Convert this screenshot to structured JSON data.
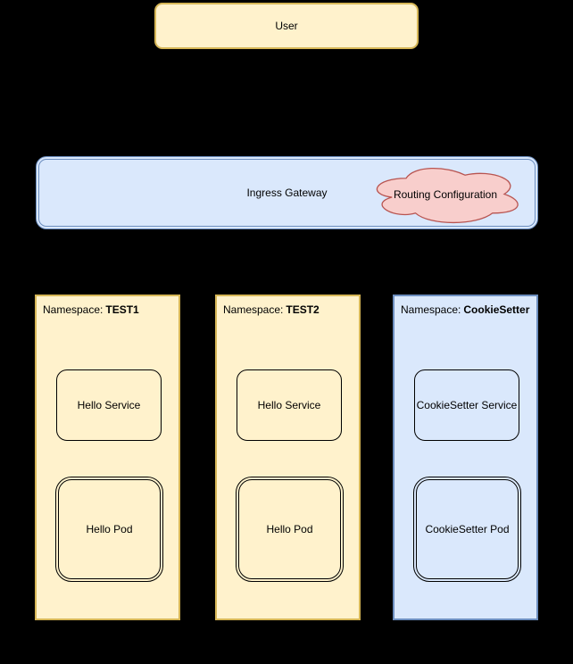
{
  "colors": {
    "background": "#000000",
    "yellow_fill": "#FFF2CC",
    "yellow_border": "#D6B656",
    "blue_fill": "#DAE8FC",
    "blue_border": "#6C8EBF",
    "cloud_fill": "#F8CECC",
    "cloud_border": "#B85450",
    "inner_box_border": "#000000",
    "text": "#000000"
  },
  "diagram": {
    "user_box": {
      "label": "User"
    },
    "ingress": {
      "label": "Ingress Gateway"
    },
    "cloud": {
      "label": "Routing Configuration"
    },
    "namespace_prefix": "Namespace:",
    "namespaces": [
      {
        "name": "TEST1",
        "theme": "yellow",
        "service_label": "Hello Service",
        "pod_label": "Hello Pod"
      },
      {
        "name": "TEST2",
        "theme": "yellow",
        "service_label": "Hello Service",
        "pod_label": "Hello Pod"
      },
      {
        "name": "CookieSetter",
        "theme": "blue",
        "service_label": "CookieSetter Service",
        "pod_label": "CookieSetter Pod"
      }
    ]
  }
}
